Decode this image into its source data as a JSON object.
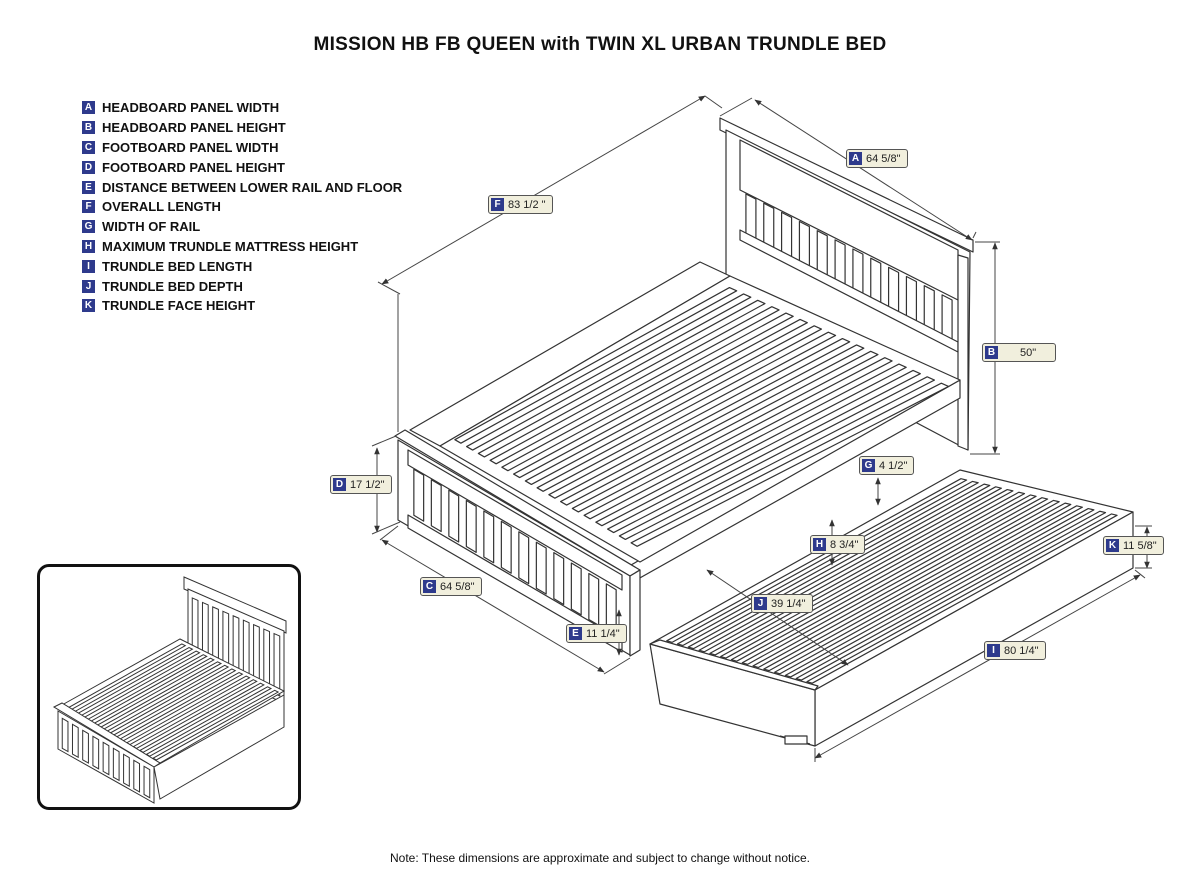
{
  "title": "MISSION HB FB QUEEN with TWIN XL URBAN TRUNDLE BED",
  "legend": [
    {
      "key": "A",
      "text": "HEADBOARD PANEL WIDTH"
    },
    {
      "key": "B",
      "text": "HEADBOARD PANEL HEIGHT"
    },
    {
      "key": "C",
      "text": "FOOTBOARD PANEL WIDTH"
    },
    {
      "key": "D",
      "text": "FOOTBOARD PANEL HEIGHT"
    },
    {
      "key": "E",
      "text": "DISTANCE BETWEEN LOWER RAIL AND FLOOR"
    },
    {
      "key": "F",
      "text": "OVERALL LENGTH"
    },
    {
      "key": "G",
      "text": "WIDTH OF RAIL"
    },
    {
      "key": "H",
      "text": "MAXIMUM TRUNDLE MATTRESS HEIGHT"
    },
    {
      "key": "I",
      "text": "TRUNDLE BED LENGTH"
    },
    {
      "key": "J",
      "text": "TRUNDLE BED DEPTH"
    },
    {
      "key": "K",
      "text": "TRUNDLE FACE HEIGHT"
    }
  ],
  "callouts": {
    "A": {
      "key": "A",
      "value": "64 5/8\""
    },
    "B": {
      "key": "B",
      "value": "50\""
    },
    "C": {
      "key": "C",
      "value": "64 5/8\""
    },
    "D": {
      "key": "D",
      "value": "17 1/2\""
    },
    "E": {
      "key": "E",
      "value": "11 1/4\""
    },
    "F": {
      "key": "F",
      "value": "83 1/2 \""
    },
    "G": {
      "key": "G",
      "value": "4 1/2\""
    },
    "H": {
      "key": "H",
      "value": "8 3/4\""
    },
    "I": {
      "key": "I",
      "value": "80 1/4\""
    },
    "J": {
      "key": "J",
      "value": "39 1/4\""
    },
    "K": {
      "key": "K",
      "value": "11 5/8\""
    }
  },
  "note": "Note:  These dimensions are approximate and subject to change without notice.",
  "colors": {
    "badge": "#2e3a8c",
    "callout_bg": "#f1efdd",
    "line": "#333333",
    "wood": "#ffffff"
  }
}
